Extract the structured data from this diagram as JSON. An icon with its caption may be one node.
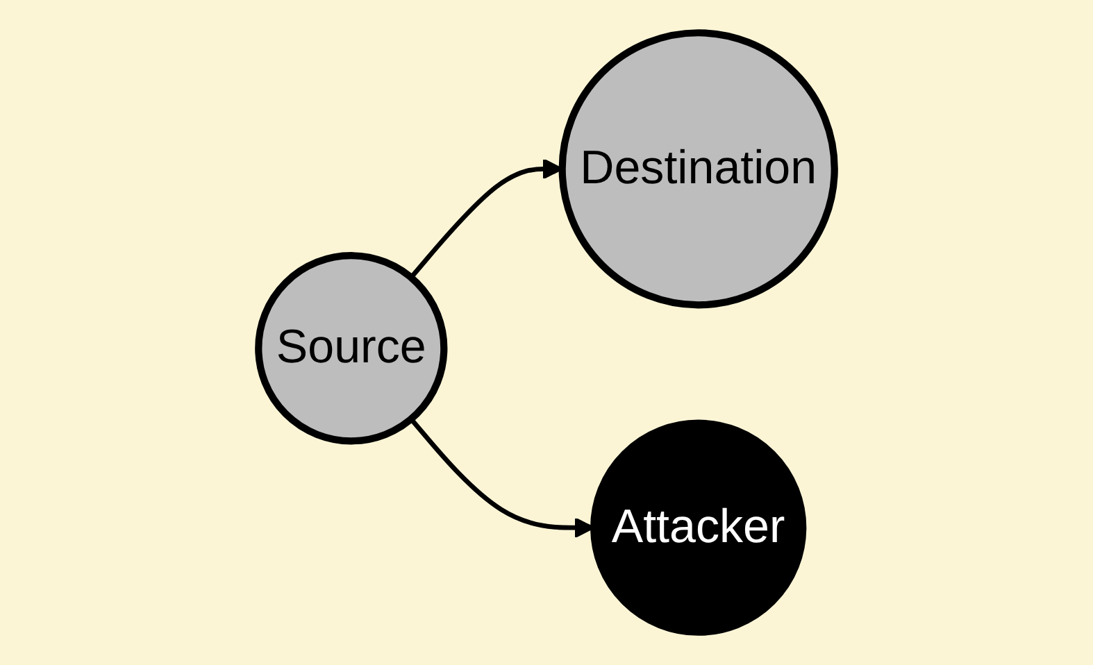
{
  "diagram": {
    "nodes": [
      {
        "text": [
          "Source"
        ]
      },
      {
        "text": [
          "Destination"
        ]
      },
      {
        "text": [
          "Attacker"
        ]
      }
    ],
    "edges": [
      {
        "from": 0,
        "to": 1,
        "arrow": "to"
      },
      {
        "from": 0,
        "to": 2,
        "arrow": "to"
      }
    ]
  }
}
